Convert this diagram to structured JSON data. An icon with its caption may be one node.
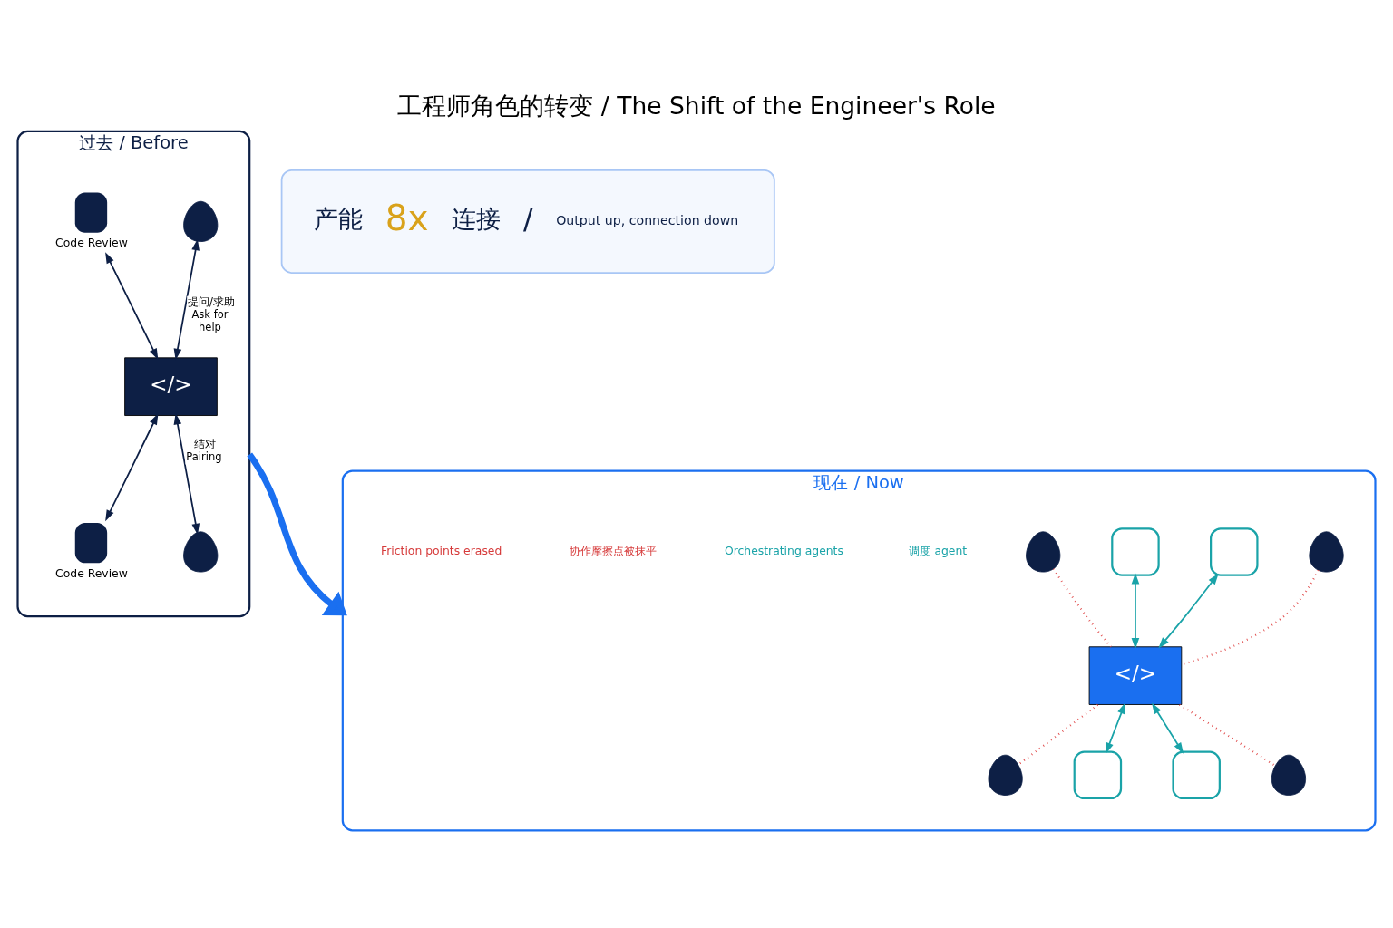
{
  "diagram": {
    "title": "工程师角色的转变 / The Shift of the Engineer's Role",
    "nodes": [
      {
        "text": [
          "过去 / Before"
        ]
      },
      {
        "text": [],
        "shape": "person",
        "in": 0
      },
      {
        "text": [
          "</>"
        ],
        "in": 0
      },
      {
        "text": [],
        "shape": "person",
        "in": 0,
        "beside": [
          "Code Review"
        ]
      },
      {
        "text": [],
        "shape": "person",
        "in": 0,
        "beside": [
          "Code Review"
        ]
      },
      {
        "text": [],
        "shape": "person",
        "in": 0
      },
      {
        "text": [
          "现在 / Now"
        ]
      },
      {
        "text": [],
        "shape": "person",
        "in": 6
      },
      {
        "text": [],
        "shape": "robot",
        "in": 6
      },
      {
        "text": [],
        "shape": "robot",
        "in": 6
      },
      {
        "text": [],
        "shape": "person",
        "in": 6
      },
      {
        "text": [
          "</>"
        ],
        "in": 6
      },
      {
        "text": [],
        "shape": "person",
        "in": 6
      },
      {
        "text": [],
        "shape": "robot",
        "in": 6
      },
      {
        "text": [],
        "shape": "robot",
        "in": 6
      },
      {
        "text": [],
        "shape": "person",
        "in": 6
      },
      {
        "text": [
          "产能",
          "8x",
          "连接",
          "/",
          "Output up, connection down"
        ]
      }
    ],
    "edges": [
      {
        "from": 1,
        "to": 2,
        "arrow": "both",
        "label": "提问/求助 Ask for help"
      },
      {
        "from": 3,
        "to": 2,
        "arrow": "both"
      },
      {
        "from": 2,
        "to": 4,
        "arrow": "both"
      },
      {
        "from": 2,
        "to": 5,
        "arrow": "both",
        "label": "结对 Pairing"
      },
      {
        "from": 0,
        "to": 6,
        "arrow": "to",
        "style": "thick",
        "color": "#1a6ff0"
      },
      {
        "from": 7,
        "to": 11,
        "arrow": "none",
        "style": "dashed",
        "color": "#e04848"
      },
      {
        "from": 8,
        "to": 11,
        "arrow": "both",
        "color": "#1aa3a8"
      },
      {
        "from": 9,
        "to": 11,
        "arrow": "both",
        "color": "#1aa3a8"
      },
      {
        "from": 10,
        "to": 11,
        "arrow": "none",
        "style": "dashed",
        "color": "#e04848"
      },
      {
        "from": 11,
        "to": 12,
        "arrow": "none",
        "style": "dashed",
        "color": "#e04848"
      },
      {
        "from": 11,
        "to": 13,
        "arrow": "both",
        "color": "#1aa3a8"
      },
      {
        "from": 11,
        "to": 14,
        "arrow": "both",
        "color": "#1aa3a8"
      },
      {
        "from": 11,
        "to": 15,
        "arrow": "none",
        "style": "dashed",
        "color": "#e04848"
      }
    ],
    "labels": [
      "调度 agent",
      "Orchestrating agents",
      "协作摩擦点被抹平",
      "Friction points erased"
    ]
  }
}
